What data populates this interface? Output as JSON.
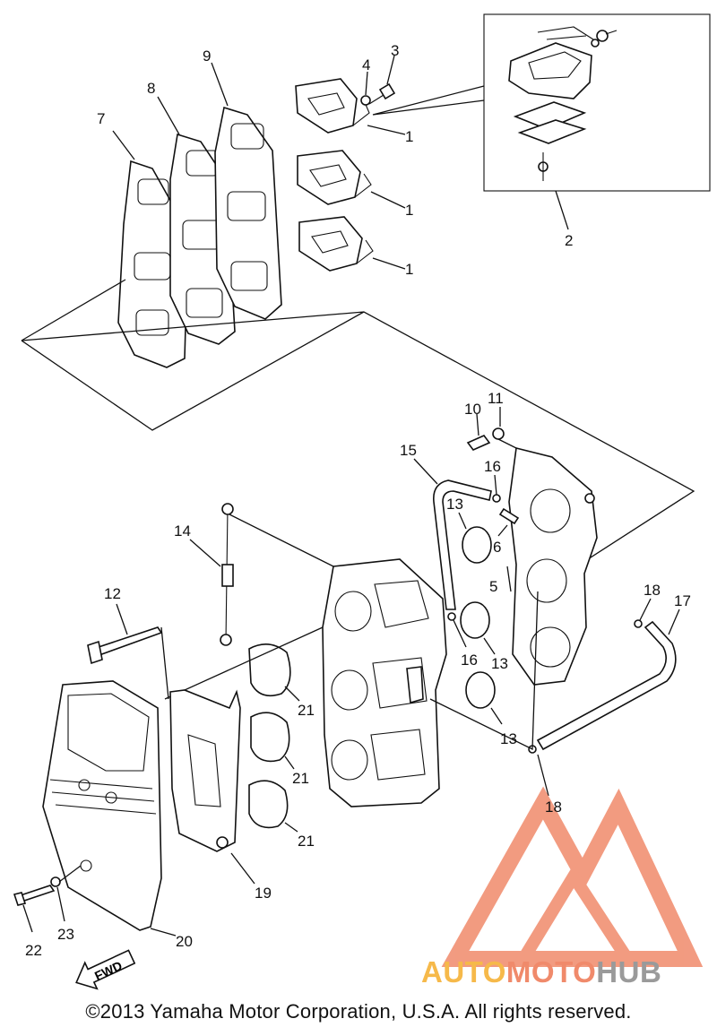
{
  "callouts": [
    {
      "id": "c1a",
      "label": "1"
    },
    {
      "id": "c1b",
      "label": "1"
    },
    {
      "id": "c1c",
      "label": "1"
    },
    {
      "id": "c2",
      "label": "2"
    },
    {
      "id": "c3",
      "label": "3"
    },
    {
      "id": "c4",
      "label": "4"
    },
    {
      "id": "c5",
      "label": "5"
    },
    {
      "id": "c6",
      "label": "6"
    },
    {
      "id": "c7",
      "label": "7"
    },
    {
      "id": "c8",
      "label": "8"
    },
    {
      "id": "c9",
      "label": "9"
    },
    {
      "id": "c10",
      "label": "10"
    },
    {
      "id": "c11",
      "label": "11"
    },
    {
      "id": "c12",
      "label": "12"
    },
    {
      "id": "c13a",
      "label": "13"
    },
    {
      "id": "c13b",
      "label": "13"
    },
    {
      "id": "c13c",
      "label": "13"
    },
    {
      "id": "c14",
      "label": "14"
    },
    {
      "id": "c15",
      "label": "15"
    },
    {
      "id": "c16a",
      "label": "16"
    },
    {
      "id": "c16b",
      "label": "16"
    },
    {
      "id": "c17",
      "label": "17"
    },
    {
      "id": "c18a",
      "label": "18"
    },
    {
      "id": "c18b",
      "label": "18"
    },
    {
      "id": "c19",
      "label": "19"
    },
    {
      "id": "c20",
      "label": "20"
    },
    {
      "id": "c21a",
      "label": "21"
    },
    {
      "id": "c21b",
      "label": "21"
    },
    {
      "id": "c21c",
      "label": "21"
    },
    {
      "id": "c22",
      "label": "22"
    },
    {
      "id": "c23",
      "label": "23"
    }
  ],
  "fwd_label": "FWD",
  "watermark": {
    "part1": "AUTO",
    "part2": "MOTO",
    "part3": "HUB",
    "color_primary": "#f08a6b",
    "color_secondary": "#f6b94a",
    "color_gray": "#9a9a9a"
  },
  "copyright": "©2013 Yamaha Motor Corporation, U.S.A. All rights reserved."
}
